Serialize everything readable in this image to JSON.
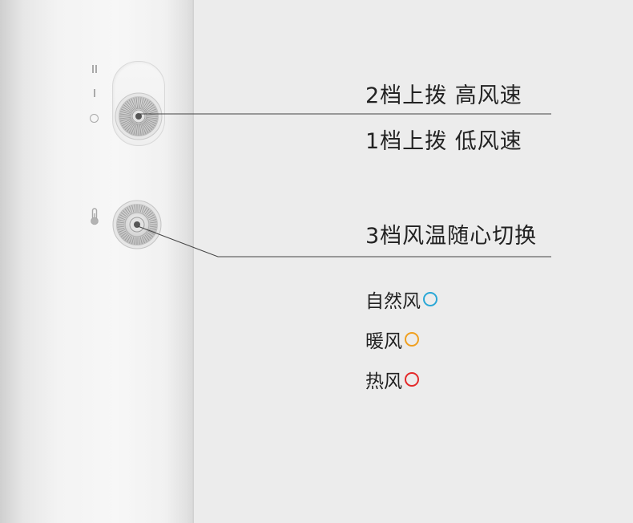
{
  "speed": {
    "high_label": "2档上拨 高风速",
    "low_label": "1档上拨 低风速",
    "switch_marks": [
      "II",
      "I",
      "O"
    ]
  },
  "temperature": {
    "title": "3档风温随心切换",
    "modes": [
      {
        "label": "自然风",
        "color": "#2aa7d6"
      },
      {
        "label": "暖风",
        "color": "#f0a020"
      },
      {
        "label": "热风",
        "color": "#e42a2a"
      }
    ]
  },
  "colors": {
    "line": "#444444",
    "text": "#222222",
    "background": "#ececec"
  }
}
